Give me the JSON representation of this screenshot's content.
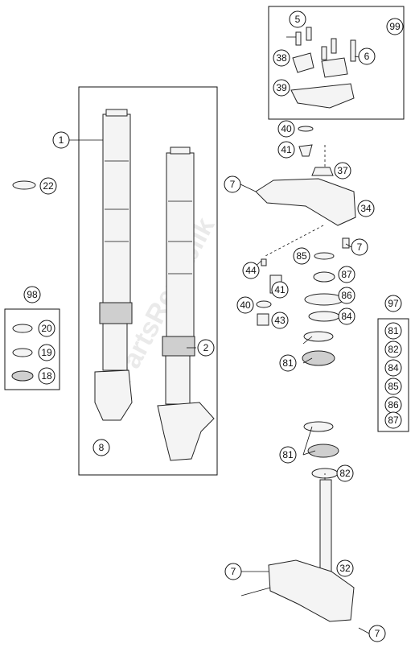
{
  "diagram": {
    "callouts": [
      {
        "id": "c1",
        "label": "1"
      },
      {
        "id": "c2",
        "label": "2"
      },
      {
        "id": "c5",
        "label": "5"
      },
      {
        "id": "c6",
        "label": "6"
      },
      {
        "id": "c7a",
        "label": "7"
      },
      {
        "id": "c7b",
        "label": "7"
      },
      {
        "id": "c7c",
        "label": "7"
      },
      {
        "id": "c7d",
        "label": "7"
      },
      {
        "id": "c8",
        "label": "8"
      },
      {
        "id": "c18",
        "label": "18"
      },
      {
        "id": "c19",
        "label": "19"
      },
      {
        "id": "c20",
        "label": "20"
      },
      {
        "id": "c22",
        "label": "22"
      },
      {
        "id": "c32",
        "label": "32"
      },
      {
        "id": "c34",
        "label": "34"
      },
      {
        "id": "c37",
        "label": "37"
      },
      {
        "id": "c38",
        "label": "38"
      },
      {
        "id": "c39",
        "label": "39"
      },
      {
        "id": "c40a",
        "label": "40"
      },
      {
        "id": "c40b",
        "label": "40"
      },
      {
        "id": "c41a",
        "label": "41"
      },
      {
        "id": "c41b",
        "label": "41"
      },
      {
        "id": "c43",
        "label": "43"
      },
      {
        "id": "c44",
        "label": "44"
      },
      {
        "id": "c81a",
        "label": "81"
      },
      {
        "id": "c81b",
        "label": "81"
      },
      {
        "id": "c82",
        "label": "82"
      },
      {
        "id": "c84",
        "label": "84"
      },
      {
        "id": "c85",
        "label": "85"
      },
      {
        "id": "c86",
        "label": "86"
      },
      {
        "id": "c87",
        "label": "87"
      },
      {
        "id": "c97",
        "label": "97"
      },
      {
        "id": "c98",
        "label": "98"
      },
      {
        "id": "c99",
        "label": "99"
      }
    ],
    "kit_97": [
      "81",
      "82",
      "84",
      "85",
      "86",
      "87"
    ],
    "kit_98": [
      "20",
      "19",
      "18"
    ],
    "watermark": "PartsRepublik"
  }
}
